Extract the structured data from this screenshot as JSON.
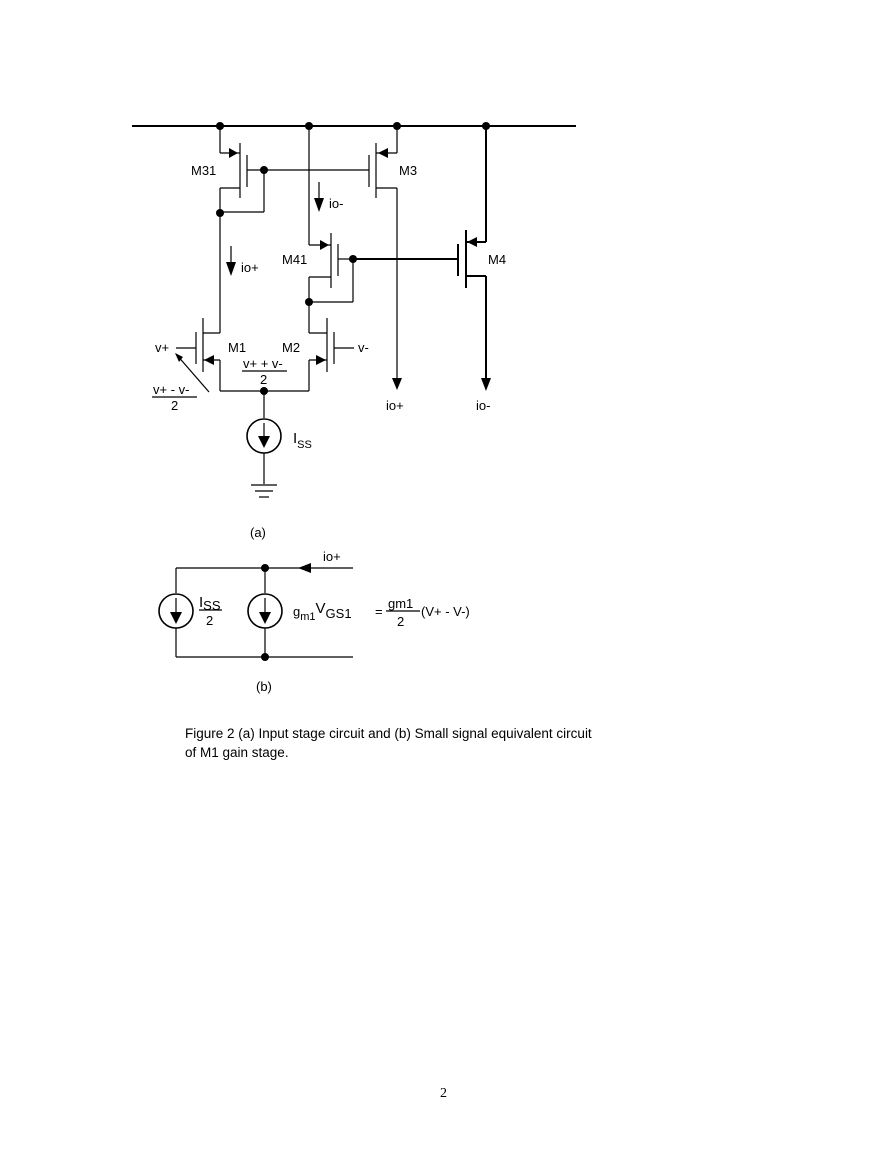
{
  "figure_a": {
    "transistors": {
      "m31": "M31",
      "m3": "M3",
      "m41": "M41",
      "m4": "M4",
      "m1": "M1",
      "m2": "M2"
    },
    "currents": {
      "io_minus_mirror": "io-",
      "io_plus_branch": "io+",
      "out_io_plus": "io+",
      "out_io_minus": "io-"
    },
    "inputs": {
      "v_plus": "v+",
      "v_minus": "v-"
    },
    "common_mode_num": "v+ + v-",
    "common_mode_den": "2",
    "diff_num": "v+ - v-",
    "diff_den": "2",
    "source_label_main": "I",
    "source_label_sub": "SS",
    "panel_label": "(a)"
  },
  "figure_b": {
    "io_plus": "io+",
    "iss_main": "I",
    "iss_sub": "SS",
    "iss_den": "2",
    "gm_g": "g",
    "gm_sub1": "m1",
    "gm_v": "V",
    "gm_sub2": "GS1",
    "eq_sign": "=",
    "eq_num": "gm1",
    "eq_den": "2",
    "eq_tail": "(V+ - V-)",
    "panel_label": "(b)"
  },
  "caption": "Figure 2 (a) Input stage circuit and (b) Small signal equivalent circuit of M1 gain stage.",
  "page_number": "2"
}
